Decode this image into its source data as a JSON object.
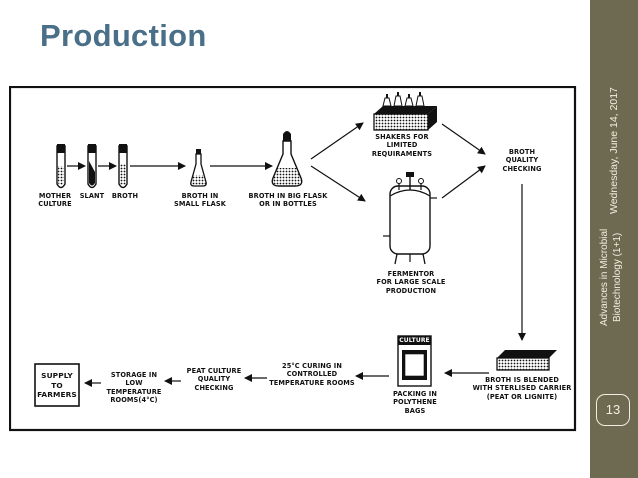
{
  "slide": {
    "title": "Production",
    "date": "Wednesday, June 14, 2017",
    "course": "Advances in Microbial Biotechnology (1+1)",
    "page_number": "13",
    "sidebar_color": "#6e6a52",
    "title_color": "#4a6f88"
  },
  "diagram": {
    "steps": {
      "mother_culture": "MOTHER\nCULTURE",
      "slant": "SLANT",
      "broth": "BROTH",
      "broth_small_flask": "BROTH IN\nSMALL FLASK",
      "broth_big_flask": "BROTH IN BIG FLASK\nOR IN BOTTLES",
      "shakers": "SHAKERS FOR\nLIMITED\nREQUIRAMENTS",
      "fermentor": "FERMENTOR\nFOR LARGE SCALE\nPRODUCTION",
      "broth_quality": "BROTH\nQUALITY\nCHECKING",
      "broth_blended": "BROTH IS BLENDED\nWITH STERLISED CARRIER\n(PEAT OR LIGNITE)",
      "packing": "PACKING IN\nPOLYTHENE\nBAGS",
      "culture_bag_label": "CULTURE",
      "curing": "25°C CURING IN\nCONTROLLED\nTEMPERATURE ROOMS",
      "peat_quality": "PEAT CULTURE\nQUALITY\nCHECKING",
      "storage": "STORAGE IN LOW\nTEMPERATURE\nROOMS(4°C)",
      "supply": "SUPPLY\nTO\nFARMERS"
    }
  }
}
